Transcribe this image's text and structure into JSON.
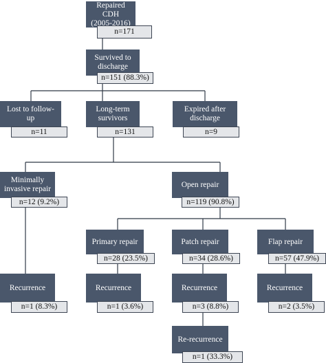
{
  "colors": {
    "label_fill": "#4a576b",
    "count_fill": "#e4e6e9",
    "connector": "#2f3845",
    "label_text": "#ffffff"
  },
  "nodes": {
    "repaired": {
      "label": "Repaired CDH\n(2005-2016)",
      "count": "n=171"
    },
    "survived": {
      "label": "Survived to\ndischarge",
      "count": "n=151 (88.3%)"
    },
    "lost": {
      "label": "Lost to follow-\nup",
      "count": "n=11"
    },
    "longterm": {
      "label": "Long-term\nsurvivors",
      "count": "n=131"
    },
    "expired": {
      "label": "Expired after\ndischarge",
      "count": "n=9"
    },
    "minimally": {
      "label": "Minimally\ninvasive repair",
      "count": "n=12 (9.2%)"
    },
    "open": {
      "label": "Open repair",
      "count": "n=119 (90.8%)"
    },
    "primary": {
      "label": "Primary repair",
      "count": "n=28 (23.5%)"
    },
    "patch": {
      "label": "Patch repair",
      "count": "n=34 (28.6%)"
    },
    "flap": {
      "label": "Flap repair",
      "count": "n=57 (47.9%)"
    },
    "rec_minimally": {
      "label": "Recurrence",
      "count": "n=1 (8.3%)"
    },
    "rec_primary": {
      "label": "Recurrence",
      "count": "n=1 (3.6%)"
    },
    "rec_patch": {
      "label": "Recurrence",
      "count": "n=3 (8.8%)"
    },
    "rec_flap": {
      "label": "Recurrence",
      "count": "n=2 (3.5%)"
    },
    "re_recurrence": {
      "label": "Re-recurrence",
      "count": "n=1 (33.3%)"
    }
  }
}
